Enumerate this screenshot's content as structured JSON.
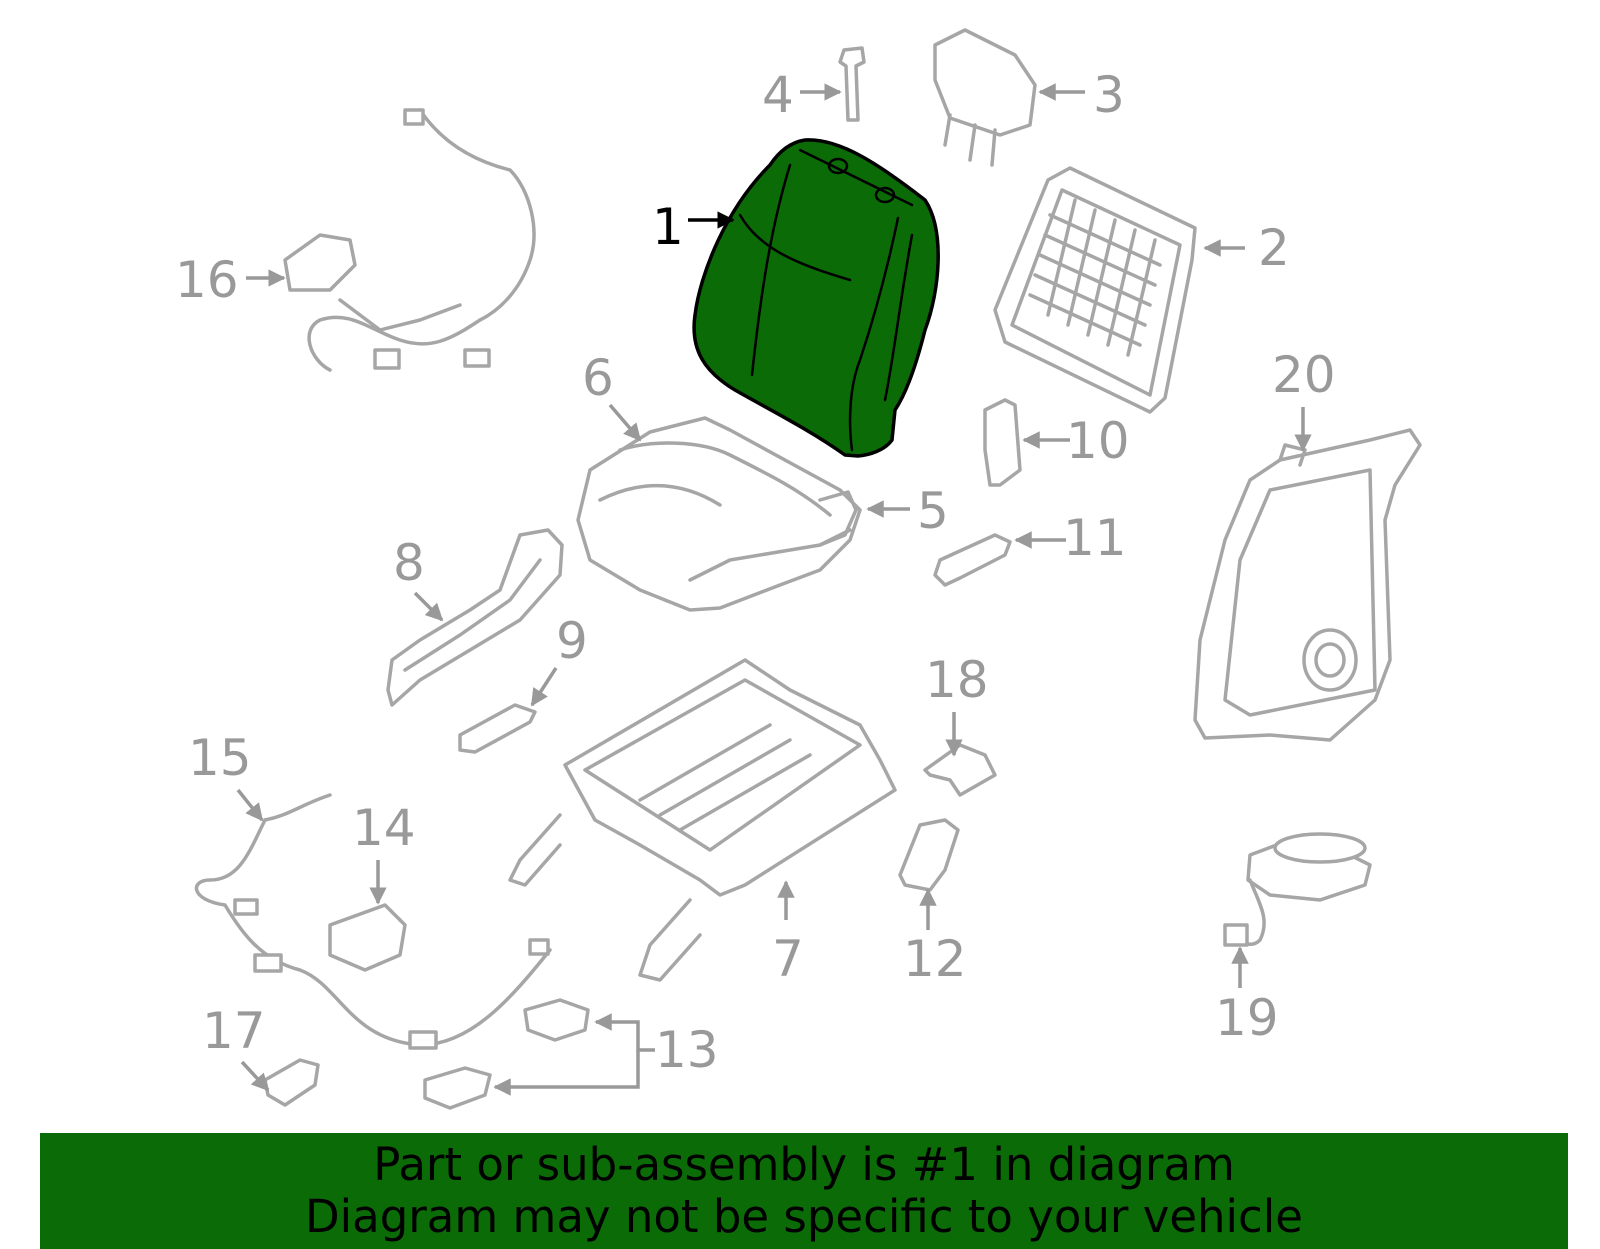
{
  "labels": {
    "l1": "1",
    "l2": "2",
    "l3": "3",
    "l4": "4",
    "l5": "5",
    "l6": "6",
    "l7": "7",
    "l8": "8",
    "l9": "9",
    "l10": "10",
    "l11": "11",
    "l12": "12",
    "l13": "13",
    "l14": "14",
    "l15": "15",
    "l16": "16",
    "l17": "17",
    "l18": "18",
    "l19": "19",
    "l20": "20"
  },
  "highlight": {
    "part": "1",
    "color": "#0b6b06"
  },
  "banner": {
    "line1": "Part or sub-assembly is #1 in diagram",
    "line2": "Diagram may not be specific to your vehicle",
    "color": "#0b6b06"
  }
}
